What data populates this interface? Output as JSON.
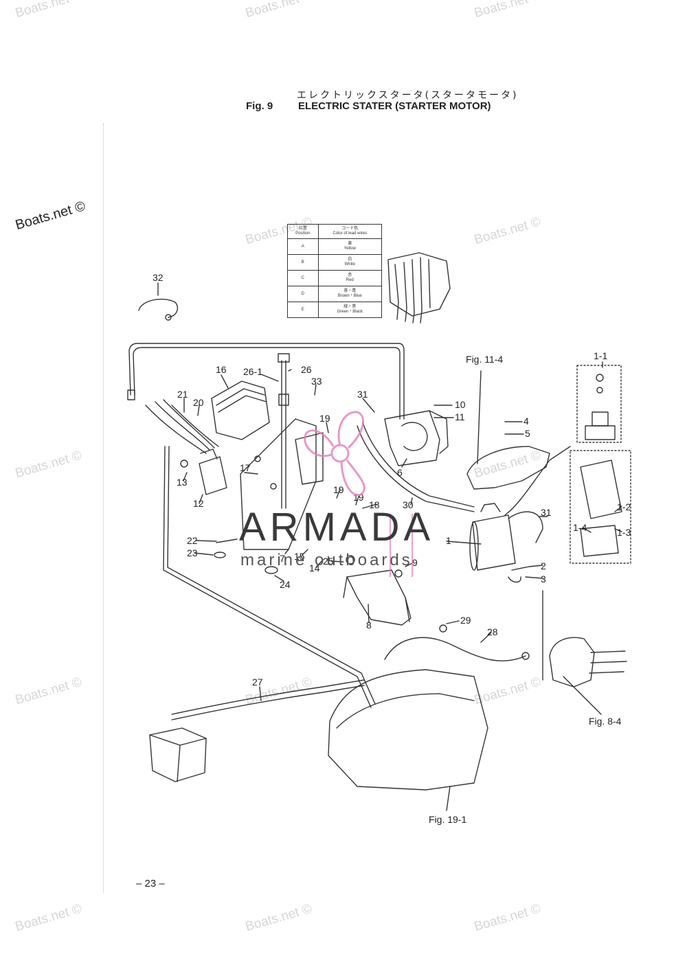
{
  "header": {
    "title_jp": "エレクトリックスタータ(スタータモータ)",
    "fig_label": "Fig. 9",
    "title_en": "ELECTRIC STATER (STARTER MOTOR)"
  },
  "page_number": "– 23 –",
  "watermark_main": "Boats.net ©",
  "watermark_faint": "Boats.net ©",
  "color_table": {
    "header": {
      "position_jp": "位置",
      "position_en": "Position",
      "color_jp": "コード色",
      "color_en": "Color of lead wires"
    },
    "rows": [
      {
        "pos": "A",
        "jp": "黄",
        "en": "Yellow"
      },
      {
        "pos": "B",
        "jp": "白",
        "en": "White"
      },
      {
        "pos": "C",
        "jp": "赤",
        "en": "Red"
      },
      {
        "pos": "D",
        "jp": "茶・青",
        "en": "Brown・Blue"
      },
      {
        "pos": "E",
        "jp": "緑・黒",
        "en": "Green・Black"
      }
    ]
  },
  "brand": {
    "name": "ARMADA",
    "tagline": "marine outboards",
    "colors": {
      "logo": "#e080b8",
      "text": "#3a3a3a"
    }
  },
  "callouts": [
    "32",
    "16",
    "26-1",
    "26",
    "33",
    "21",
    "20",
    "19",
    "31",
    "10",
    "11",
    "4",
    "5",
    "6",
    "13",
    "17",
    "12",
    "19",
    "19",
    "18",
    "30",
    "1",
    "31",
    "22",
    "23",
    "7",
    "15",
    "14",
    "25",
    "9",
    "24",
    "8",
    "2",
    "3",
    "29",
    "28",
    "27",
    "1-1",
    "1-2",
    "1-4",
    "1-3"
  ],
  "fig_refs": {
    "fig11_4": "Fig. 11-4",
    "fig8_4": "Fig. 8-4",
    "fig19_1": "Fig. 19-1"
  }
}
